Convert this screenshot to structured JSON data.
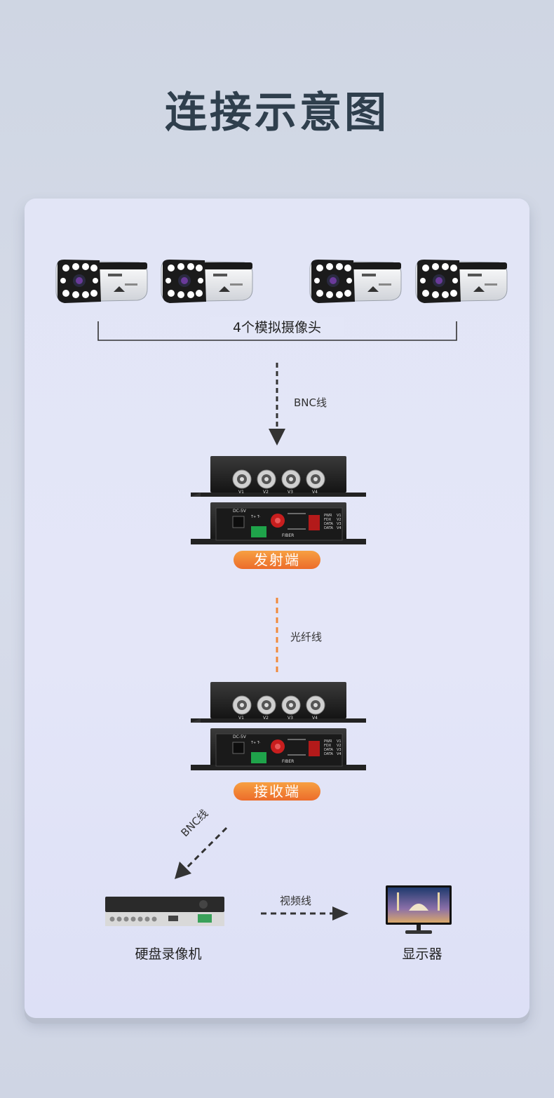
{
  "title": "连接示意图",
  "cameras": {
    "label": "4个模拟摄像头",
    "count": 4
  },
  "cables": {
    "bnc_top": "BNC线",
    "fiber": "光纤线",
    "bnc_bottom": "BNC线",
    "video": "视频线"
  },
  "devices": {
    "transmitter": "发射端",
    "receiver": "接收端",
    "dvr": "硬盘录像机",
    "monitor": "显示器"
  },
  "device_panel": {
    "ports": [
      "V1",
      "V2",
      "V3",
      "V4"
    ],
    "power": "DC-5V",
    "terminal": "T+  T-",
    "fiber": "FIBER",
    "leds": [
      "PWR",
      "FDX",
      "DATA",
      "DATA"
    ],
    "led_channels": [
      "V1",
      "V2",
      "V3",
      "V4"
    ]
  },
  "colors": {
    "accent_orange": "#ec6c2b",
    "title": "#2f3f4d"
  }
}
